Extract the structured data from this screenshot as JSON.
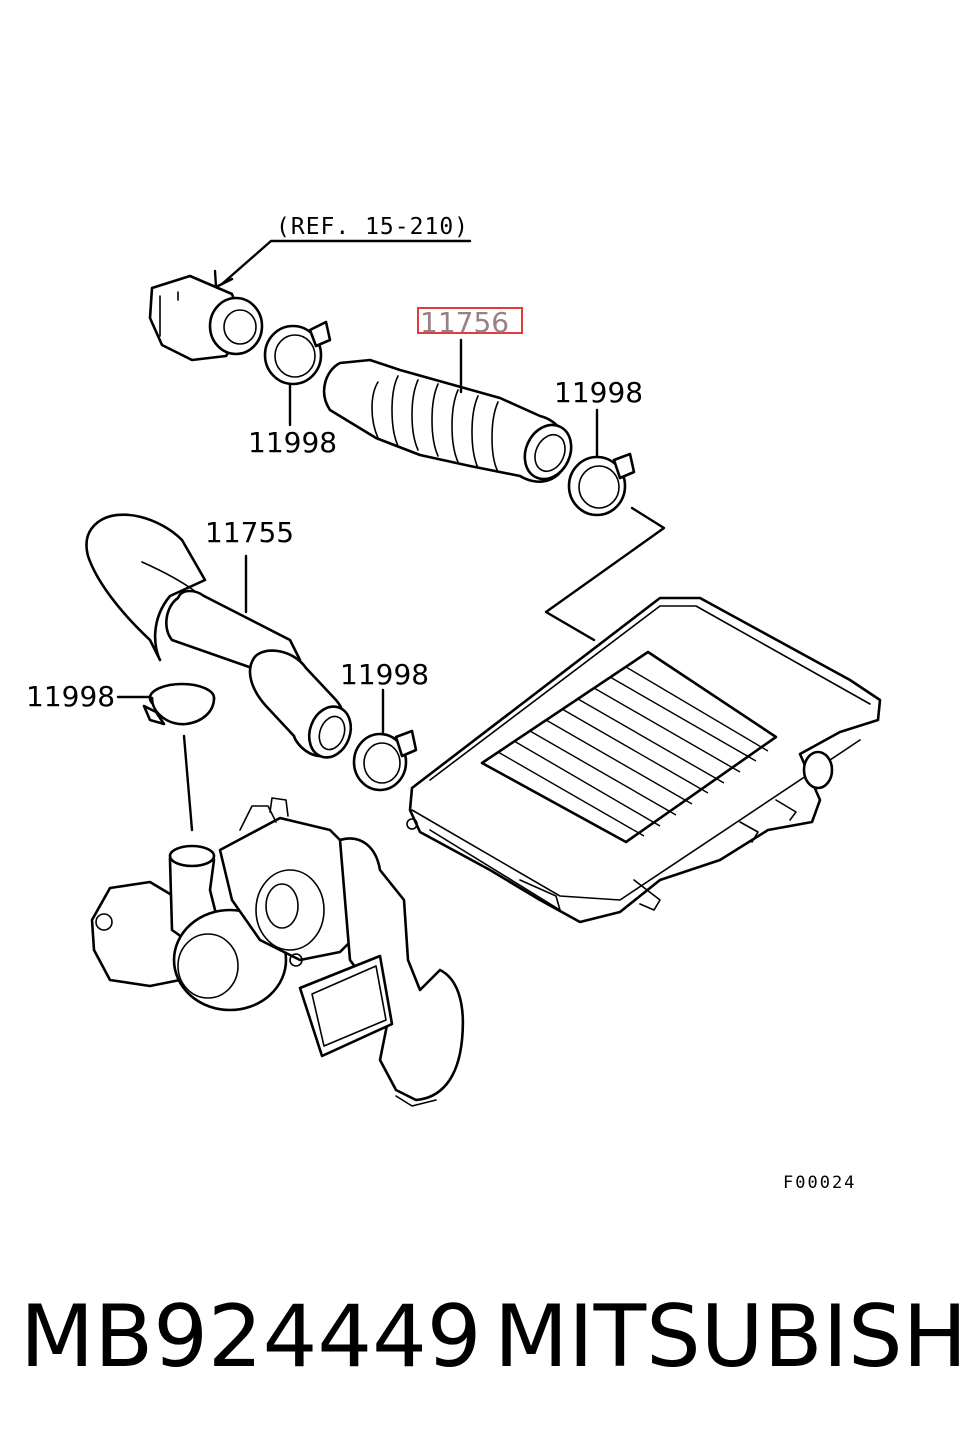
{
  "diagram": {
    "reference_label": "(REF. 15-210)",
    "highlight_color": "#e23b3b",
    "parts": [
      {
        "label": "11756",
        "highlighted": true
      },
      {
        "label": "11998"
      },
      {
        "label": "11998"
      },
      {
        "label": "11755"
      },
      {
        "label": "11998"
      },
      {
        "label": "11998"
      }
    ],
    "figure_code": "F00024"
  },
  "caption": {
    "part_number": "MB924449",
    "brand": "MITSUBISHI"
  }
}
